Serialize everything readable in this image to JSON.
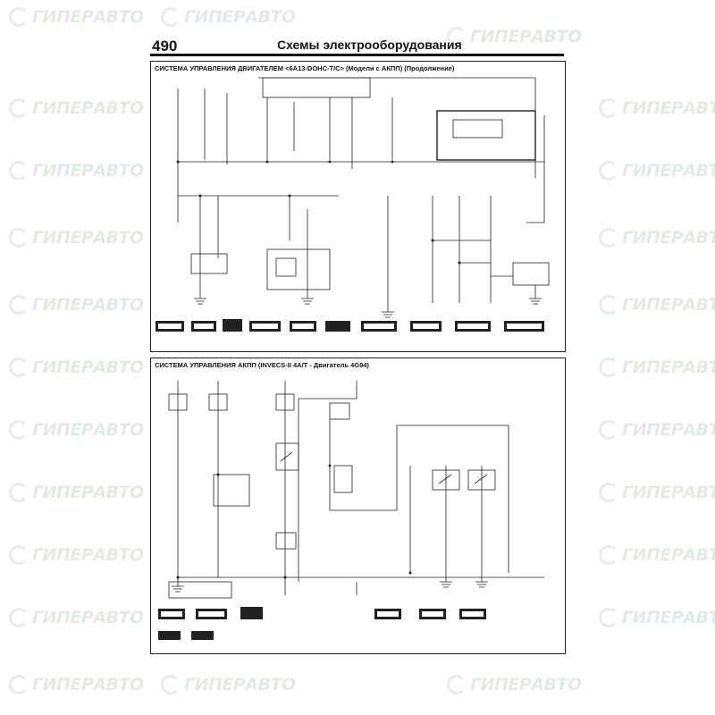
{
  "header": {
    "page_number": "490",
    "title": "Схемы электрооборудования"
  },
  "panels": [
    {
      "heading": "СИСТЕМА УПРАВЛЕНИЯ ДВИГАТЕЛЕМ <6A13-DOHC-T/C> (Модели с АКПП) (Продолжение)"
    },
    {
      "heading": "СИСТЕМА УПРАВЛЕНИЯ АКПП (INVECS-II 4A/T - Двигатель 4G94)"
    }
  ],
  "watermark": {
    "text": "ГИПЕРАВТО",
    "color": "#5c9a58"
  },
  "colors": {
    "ink": "#111111",
    "background": "#ffffff",
    "watermark": "#5c9a58"
  }
}
